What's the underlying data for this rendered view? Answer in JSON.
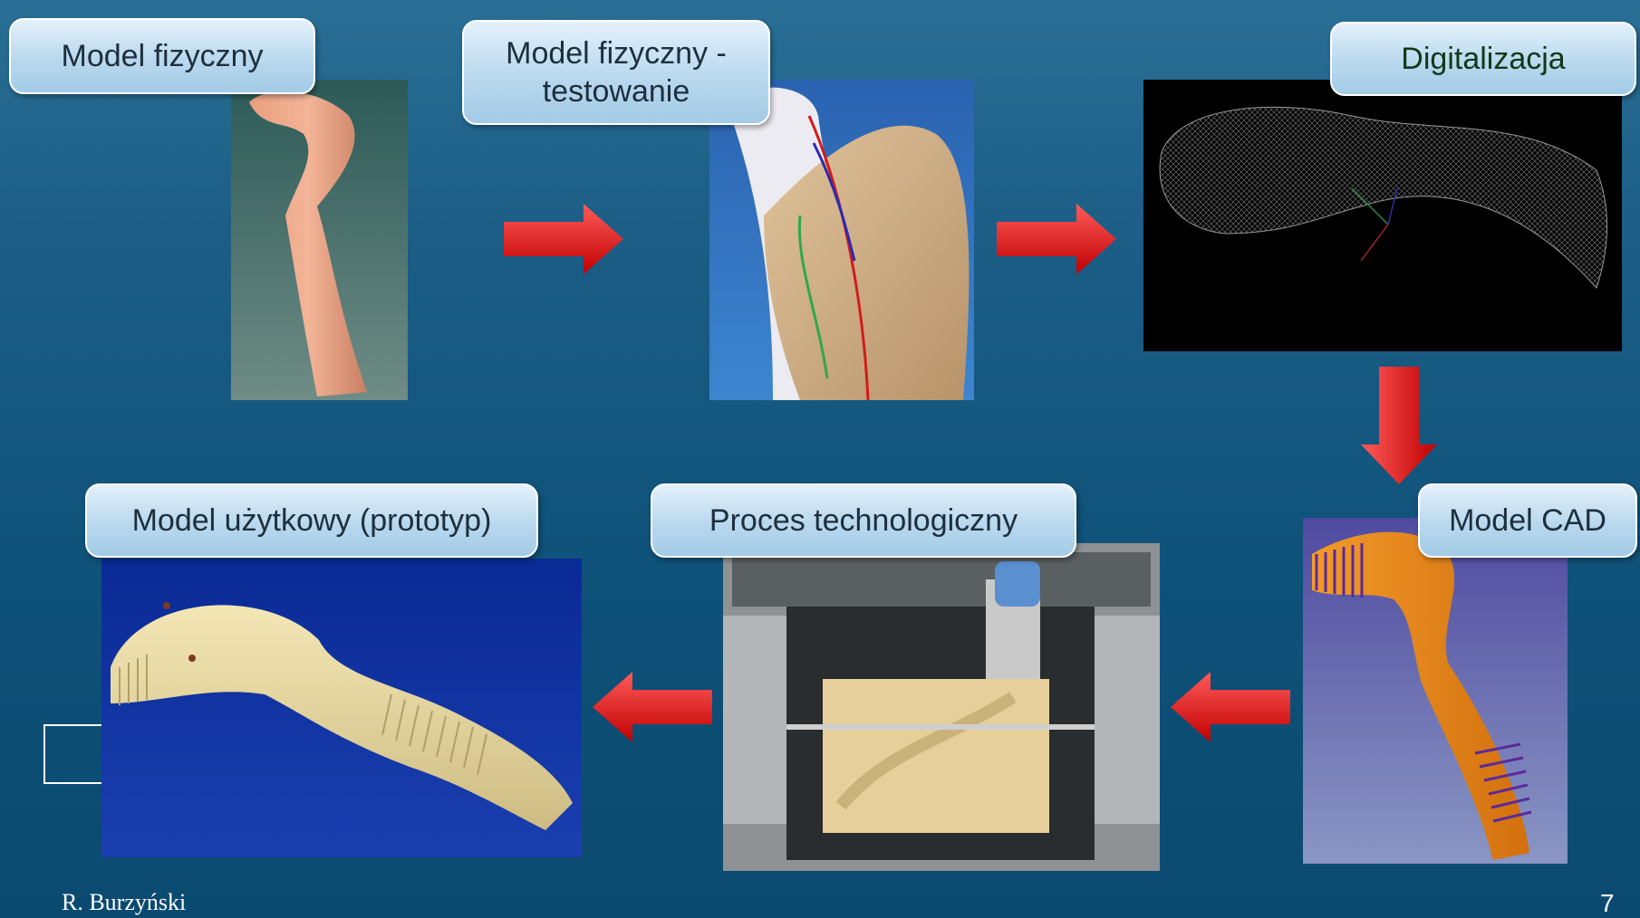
{
  "steps": {
    "physical_model": "Model fizyczny",
    "physical_model_testing": "Model fizyczny -\ntestowanie",
    "digitization": "Digitalizacja",
    "cad_model": "Model CAD",
    "technological_process": "Proces technologiczny",
    "usable_model": "Model użytkowy (prototyp)"
  },
  "footer": {
    "author": "R. Burzyński",
    "page_number": "7"
  },
  "colors": {
    "background": "#0f527a",
    "label_text": "#1d2f3d",
    "digitization_text": "#0f3a18",
    "arrow": "#e81010"
  }
}
